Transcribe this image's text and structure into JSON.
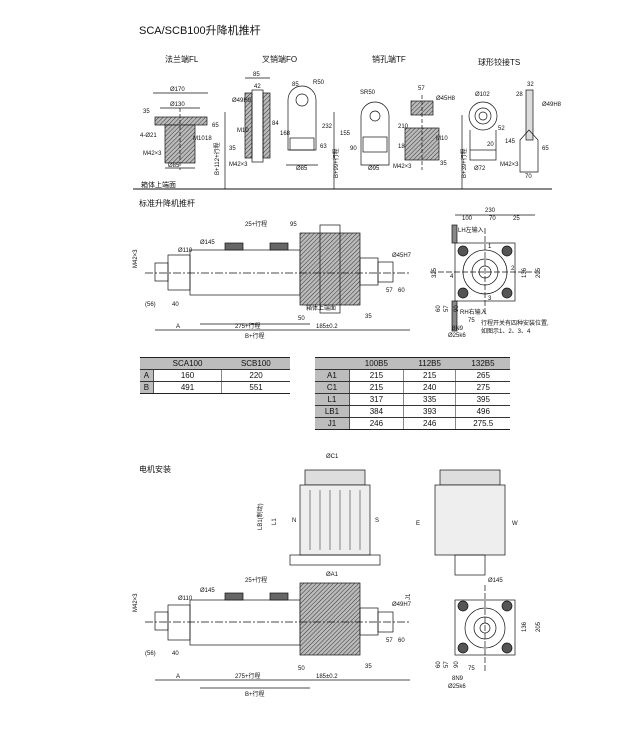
{
  "title": "SCA/SCB100升降机推杆",
  "end_types": {
    "fl": {
      "label": "法兰端FL",
      "dims": [
        "Ø170",
        "Ø130",
        "4-Ø21",
        "M42×3",
        "Ø85",
        "65",
        "18",
        "M10",
        "35"
      ]
    },
    "fo": {
      "label": "叉销端FO",
      "dims": [
        "85",
        "42",
        "Ø49H9",
        "84",
        "168",
        "M10",
        "35",
        "M42×3",
        "B+112+行程"
      ]
    },
    "fo2": {
      "dims": [
        "85",
        "R50",
        "232",
        "63",
        "Ø85"
      ]
    },
    "tf": {
      "label": "销孔端TF",
      "dims": [
        "SR50",
        "155",
        "90",
        "Ø95",
        "B+99+行程"
      ]
    },
    "tf2": {
      "dims": [
        "57",
        "Ø45H8",
        "210",
        "M10",
        "M42×3",
        "35",
        "18"
      ]
    },
    "ts": {
      "label": "球形铰接TS",
      "dims": [
        "Ø102",
        "52",
        "20",
        "145",
        "Ø72",
        "B+39+行程"
      ]
    },
    "ts2": {
      "dims": [
        "32",
        "28",
        "Ø49H8",
        "65",
        "M42×3",
        "70"
      ]
    },
    "reference": "箱体上端面"
  },
  "standard": {
    "label": "标准升降机推杆",
    "dims": [
      "M42×3",
      "Ø110",
      "Ø145",
      "25+行程",
      "95",
      "Ø45H7",
      "57",
      "60",
      "(56)",
      "40",
      "A",
      "275+行程",
      "B+行程",
      "185±0.2",
      "50",
      "35",
      "箱体上端面"
    ],
    "top_view": {
      "dims": [
        "230",
        "100",
        "70",
        "25",
        "325",
        "136",
        "205",
        "60",
        "57",
        "90",
        "75",
        "8N9",
        "Ø25k6"
      ],
      "labels": [
        "LH左输入",
        "RH右输入"
      ],
      "switch_positions": [
        "1",
        "2",
        "3",
        "4"
      ],
      "note_line1": "行程开关有四种安装位置,",
      "note_line2": "如图示1、2、3、4"
    }
  },
  "table1": {
    "headers": [
      "",
      "SCA100",
      "SCB100"
    ],
    "rows": [
      [
        "A",
        "160",
        "220"
      ],
      [
        "B",
        "491",
        "551"
      ]
    ]
  },
  "table2": {
    "headers": [
      "",
      "100B5",
      "112B5",
      "132B5"
    ],
    "rows": [
      [
        "A1",
        "215",
        "215",
        "265"
      ],
      [
        "C1",
        "215",
        "240",
        "275"
      ],
      [
        "L1",
        "317",
        "335",
        "395"
      ],
      [
        "LB1",
        "384",
        "393",
        "496"
      ],
      [
        "J1",
        "246",
        "246",
        "275.5"
      ]
    ]
  },
  "motor": {
    "label": "电机安装",
    "dims": [
      "ØC1",
      "LB1(制动)",
      "L1",
      "N",
      "S",
      "ØA1",
      "J1",
      "Ø49H7",
      "Ø110",
      "Ø145",
      "25+行程",
      "M42×3",
      "(56)",
      "40",
      "A",
      "275+行程",
      "B+行程",
      "185±0.2",
      "57",
      "60",
      "35",
      "50"
    ],
    "side": {
      "dims": [
        "E",
        "W",
        "Ø145",
        "136",
        "205",
        "60",
        "57",
        "90",
        "75",
        "8N9",
        "Ø25k6"
      ]
    }
  }
}
